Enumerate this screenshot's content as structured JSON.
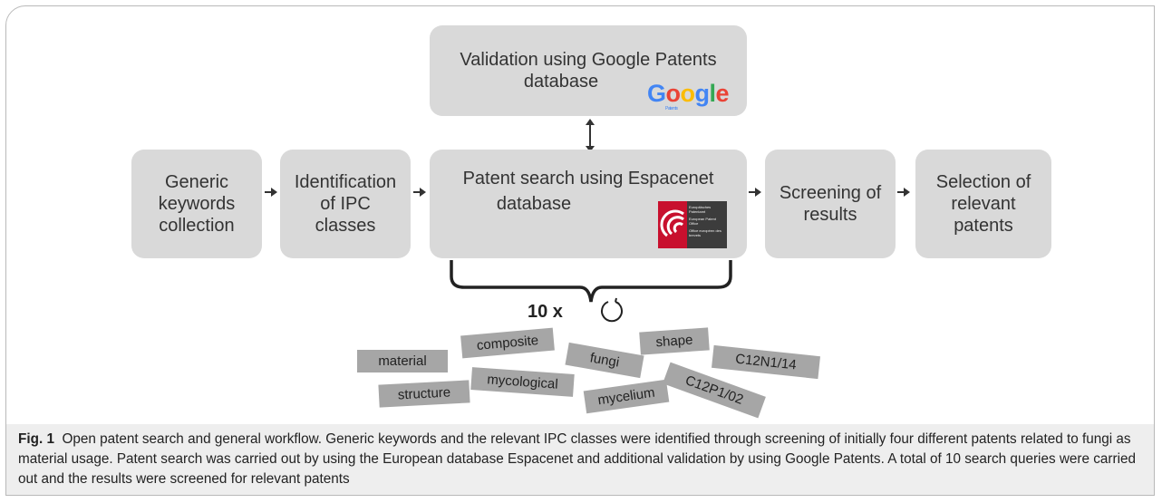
{
  "boxes": {
    "validation_line1": "Validation using Google Patents",
    "validation_line2": "database",
    "generic_line1": "Generic",
    "generic_line2": "keywords",
    "generic_line3": "collection",
    "ipc_line1": "Identification",
    "ipc_line2": "of IPC",
    "ipc_line3": "classes",
    "search_line1": "Patent search using Espacenet",
    "search_line2": "database",
    "screening_line1": "Screening of",
    "screening_line2": "results",
    "selection_line1": "Selection of",
    "selection_line2": "relevant",
    "selection_line3": "patents"
  },
  "logos": {
    "google": "Google",
    "google_sub": "Patents",
    "epo_line1": "Europäisches Patentamt",
    "epo_line2": "European Patent Office",
    "epo_line3": "Office européen des brevets"
  },
  "repeat_label": "10 x",
  "keywords": [
    "material",
    "composite",
    "fungi",
    "shape",
    "C12N1/14",
    "structure",
    "mycological",
    "mycelium",
    "C12P1/02"
  ],
  "caption": {
    "label": "Fig. 1",
    "text": "Open patent search and general workflow. Generic keywords and the relevant IPC classes were identified through screening of initially four different patents related to fungi as material usage. Patent search was carried out by using the European database Espacenet and additional validation by using Google Patents. A total of 10 search queries were carried out and the results were screened for relevant patents"
  },
  "colors": {
    "box": "#d9d9d9",
    "tag": "#a6a6a6",
    "caption_bg": "#eeeeee",
    "epo_red": "#c8102e"
  }
}
